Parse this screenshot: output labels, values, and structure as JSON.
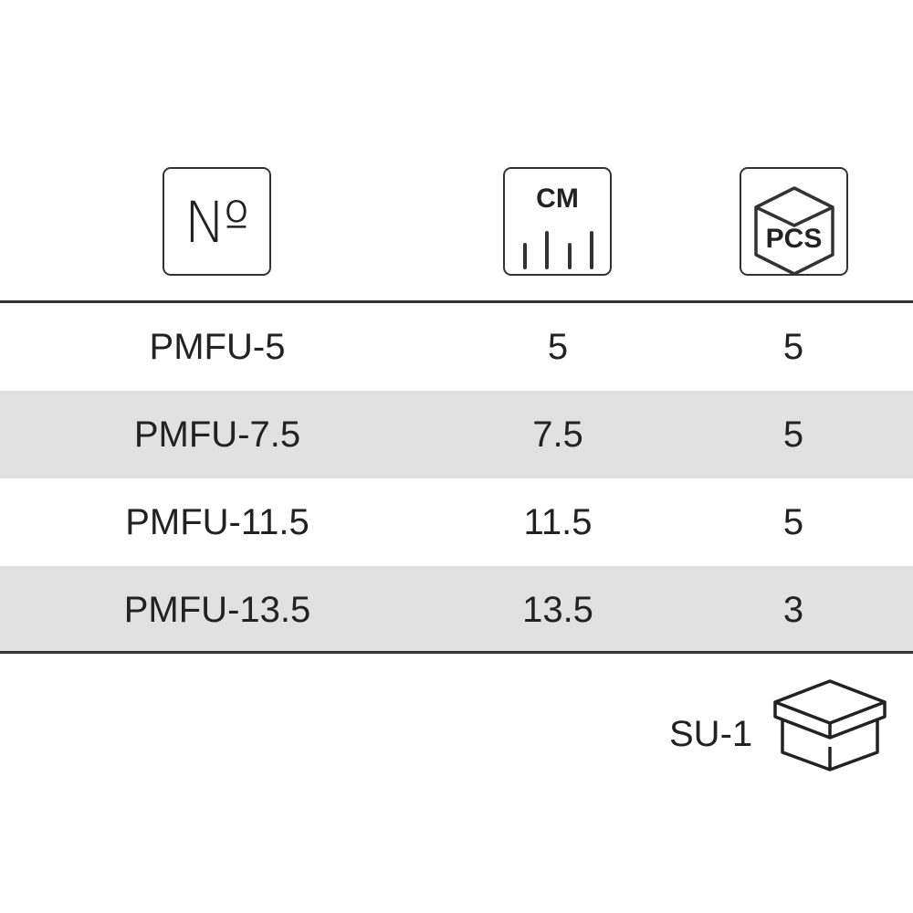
{
  "header": {
    "col1_icon_text": "№",
    "col2_icon_text": "CM",
    "col3_icon_text": "PCS"
  },
  "rows": [
    {
      "code": "PMFU-5",
      "cm": "5",
      "pcs": "5"
    },
    {
      "code": "PMFU-7.5",
      "cm": "7.5",
      "pcs": "5"
    },
    {
      "code": "PMFU-11.5",
      "cm": "11.5",
      "pcs": "5"
    },
    {
      "code": "PMFU-13.5",
      "cm": "13.5",
      "pcs": "3"
    }
  ],
  "footer": {
    "package_label": "SU-1"
  }
}
